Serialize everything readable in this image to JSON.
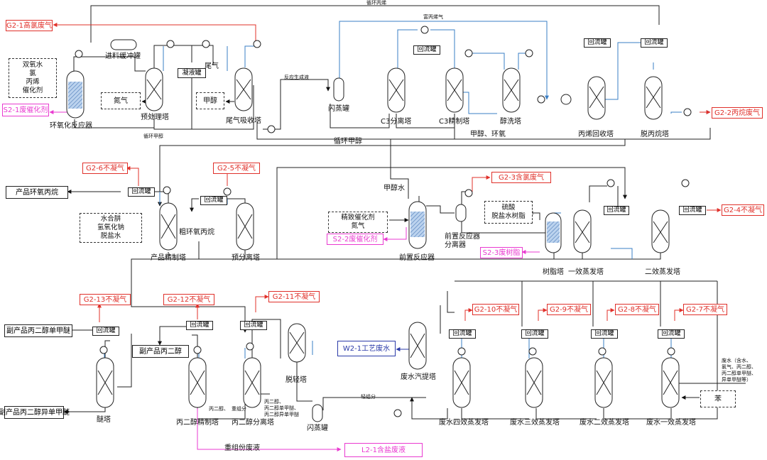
{
  "emissions": {
    "g2_1": "G2-1高氯废气",
    "g2_2": "G2-2丙烷废气",
    "g2_3": "G2-3含氯废气",
    "g2_4": "G2-4不凝气",
    "g2_5": "G2-5不凝气",
    "g2_6": "G2-6不凝气",
    "g2_7": "G2-7不凝气",
    "g2_8": "G2-8不凝气",
    "g2_9": "G2-9不凝气",
    "g2_10": "G2-10不凝气",
    "g2_11": "G2-11不凝气",
    "g2_12": "G2-12不凝气",
    "g2_13": "G2-13不凝气"
  },
  "solids": {
    "s2_1": "S2-1废催化剂",
    "s2_2": "S2-2废催化剂",
    "s2_3": "S2-3废树脂"
  },
  "wastewater": {
    "w2_1": "W2-1工艺废水"
  },
  "liquid_waste": {
    "l2_1": "L2-1含盐废液"
  },
  "inputs": {
    "feed_lines": [
      "双氧水",
      "氯",
      "丙烯",
      "催化剂"
    ],
    "nitrogen": "氮气",
    "methanol": "甲醇",
    "refine_lines": [
      "水合肼",
      "氢氧化钠",
      "脱盐水"
    ],
    "pre_catalyst_lines": [
      "精致催化剂",
      "氮气"
    ],
    "resin_lines": [
      "硫酸",
      "脱盐水树脂"
    ],
    "benzene": "苯",
    "wastewater_lines": [
      "废水（含水、",
      "氯气、丙二醇、",
      "丙二醇单甲醚、",
      "异单甲醚等）"
    ]
  },
  "products": {
    "epoxypropane": "产品环氧丙烷",
    "glycol_ether": "副产品丙二醇单甲醚",
    "glycol": "副产品丙二醇",
    "iso_ether": "副产品丙二醇异单甲醚"
  },
  "units": {
    "reactor": "环氧化反应器",
    "feed_buffer": "进料缓冲罐",
    "pretreat": "预处理塔",
    "condenser_tank": "凝液罐",
    "absorber": "尾气吸收塔",
    "flash_tank": "闪蒸罐",
    "c3_sep": "C3分离塔",
    "c3_refine": "C3精制塔",
    "alcohol_wash": "醇洗塔",
    "propylene_recovery": "丙烯回收塔",
    "depropanizer": "脱丙烷塔",
    "crude_product": "粗环氧丙烷",
    "product_refine": "产品精制塔",
    "pre_sep": "预分离塔",
    "pre_reactor": "前置反应器",
    "pre_reactor_sep_1": "前置反应器",
    "pre_reactor_sep_2": "分离器",
    "resin_tower": "树脂塔",
    "evap1": "一效蒸发塔",
    "evap2": "二效蒸发塔",
    "ether_tower": "醚塔",
    "glycol_refine": "丙二醇精制塔",
    "glycol_sep": "丙二醇分离塔",
    "light_removal": "脱轻塔",
    "flash_tank2": "闪蒸罐",
    "ww_stripper": "废水汽提塔",
    "ww_evap4": "废水四效蒸发塔",
    "ww_evap3": "废水三效蒸发塔",
    "ww_evap2": "废水二效蒸发塔",
    "ww_evap1": "废水一效蒸发塔",
    "reflux": "回流罐"
  },
  "streams": {
    "recycle_propylene": "循环丙烯",
    "rich_propylene": "富丙烯气",
    "tail_gas": "尾气",
    "reaction_liquid": "反应生成液",
    "recycle_methanol_small": "循环甲醇",
    "recycle_methanol": "循环甲醇",
    "methanol_epoxide": "甲醇、环氧",
    "methanol_water": "甲醇水",
    "heavy_waste": "重组份废液",
    "light_fraction": "轻组分",
    "glycol_mix": "丙二醇、",
    "heavy_fraction": "重组分",
    "mix_a": "丙二醇、",
    "mix_b": "丙二醇单甲醚、",
    "mix_c": "丙二醇异单甲醚"
  }
}
